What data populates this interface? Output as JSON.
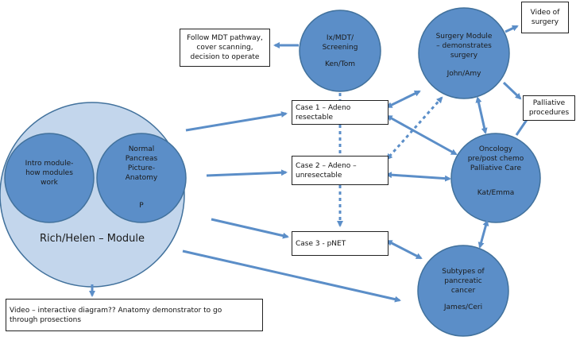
{
  "nodes": {
    "big_module": "Rich/Helen – Module",
    "intro_module": "Intro module-\nhow modules\nwork",
    "normal_pancreas": "Normal\nPancreas\nPicture-\nAnatomy",
    "normal_pancreas_sub": "P",
    "ix_mdt": "Ix/MDT/\nScreening",
    "ix_mdt_people": "Ken/Tom",
    "surgery": "Surgery Module\n– demonstrates\nsurgery",
    "surgery_people": "John/Amy",
    "oncology": "Oncology\npre/post chemo\nPalliative Care",
    "oncology_people": "Kat/Emma",
    "subtypes": "Subtypes of\npancreatic\ncancer",
    "subtypes_people": "James/Ceri"
  },
  "boxes": {
    "follow_mdt": "Follow MDT pathway,\ncover scanning,\ndecision to operate",
    "video_surgery": "Video of\nsurgery",
    "palliative": "Palliative\nprocedures",
    "case1": "Case 1 – Adeno resectable",
    "case2": "Case 2 – Adeno –\nunresectable",
    "case3": "Case 3 - pNET",
    "video_diagram": "Video – interactive diagram?? Anatomy demonstrator to go\nthrough prosections"
  },
  "colors": {
    "circle_dark": "#5b8ec8",
    "circle_light": "#c3d6ec",
    "circle_stroke": "#41719c",
    "arrow": "#5b8ec8"
  }
}
